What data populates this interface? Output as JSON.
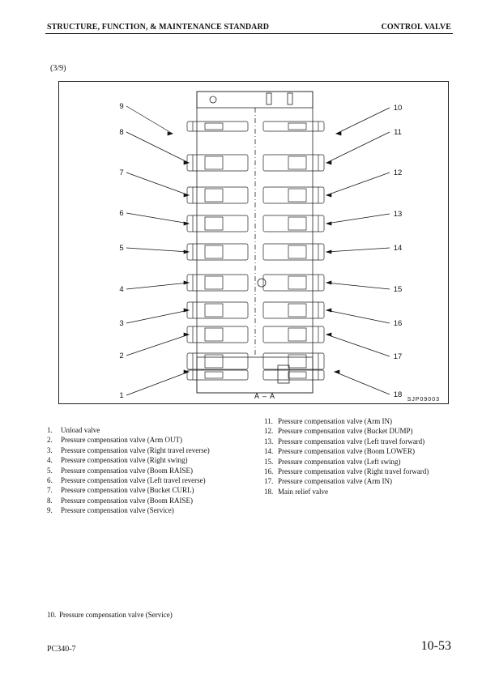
{
  "header": {
    "left_title": "STRUCTURE, FUNCTION, & MAINTENANCE STANDARD",
    "right_title": "CONTROL VALVE"
  },
  "page_part": "(3/9)",
  "figure": {
    "section_label": "A – A",
    "figure_code": "SJP09003",
    "left_callouts": [
      "9",
      "8",
      "7",
      "6",
      "5",
      "4",
      "3",
      "2",
      "1"
    ],
    "right_callouts": [
      "10",
      "11",
      "12",
      "13",
      "14",
      "15",
      "16",
      "17",
      "18"
    ]
  },
  "legend_left": [
    {
      "num": "1.",
      "text": "Unload valve"
    },
    {
      "num": "2.",
      "text": "Pressure compensation valve (Arm OUT)"
    },
    {
      "num": "3.",
      "text": "Pressure compensation valve (Right travel reverse)"
    },
    {
      "num": "4.",
      "text": "Pressure compensation valve (Right swing)"
    },
    {
      "num": "5.",
      "text": "Pressure compensation valve (Boom RAISE)"
    },
    {
      "num": "6.",
      "text": "Pressure compensation valve (Left travel reverse)"
    },
    {
      "num": "7.",
      "text": "Pressure compensation valve (Bucket CURL)"
    },
    {
      "num": "8.",
      "text": "Pressure compensation valve (Boom RAISE)"
    },
    {
      "num": "9.",
      "text": "Pressure compensation valve (Service)"
    }
  ],
  "legend_right": [
    {
      "num": "11.",
      "text": "Pressure compensation valve (Arm IN)"
    },
    {
      "num": "12.",
      "text": "Pressure compensation valve (Bucket DUMP)"
    },
    {
      "num": "13.",
      "text": "Pressure compensation valve (Left travel forward)"
    },
    {
      "num": "14.",
      "text": "Pressure compensation valve (Boom LOWER)"
    },
    {
      "num": "15.",
      "text": "Pressure compensation valve (Left swing)"
    },
    {
      "num": "16.",
      "text": "Pressure compensation valve (Right travel forward)"
    },
    {
      "num": "17.",
      "text": "Pressure compensation valve (Arm IN)"
    },
    {
      "num": "18.",
      "text": "Main relief valve"
    }
  ],
  "legend_bottom": [
    {
      "num": "10.",
      "text": "Pressure compensation valve (Service)"
    }
  ],
  "footer": {
    "model": "PC340-7",
    "page_number": "10-53"
  }
}
